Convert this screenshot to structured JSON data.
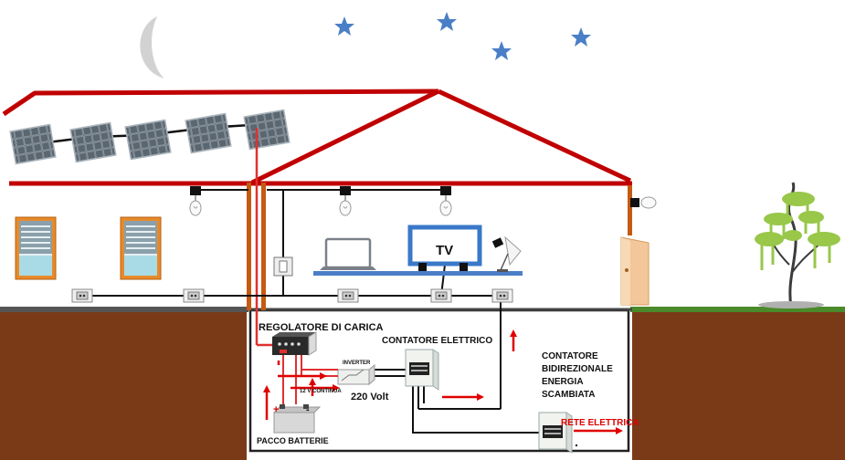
{
  "labels": {
    "tv": "TV",
    "charge_regulator": "REGOLATORE DI CARICA",
    "electric_meter": "CONTATORE ELETTRICO",
    "inverter": "INVERTER",
    "dc_12v": "12 V CONTINUA",
    "ac_220v": "220 Volt",
    "bidirectional_meter_lines": [
      "CONTATORE",
      "BIDIREZIONALE",
      "ENERGIA",
      "SCAMBIATA"
    ],
    "battery_pack": "PACCO BATTERIE",
    "grid": "RETE ELETTRICA",
    "battery_plus": "+",
    "battery_minus": "-"
  },
  "colors": {
    "roof": "#c00000",
    "wire_dc": "#e03030",
    "wire_ac": "#111111",
    "pipe": "#c55a11",
    "ground": "#7a3a18",
    "star": "#4a7fc7",
    "moon": "#d0d0d0",
    "tv_frame": "#3a78c8",
    "grid_label": "#e00000"
  },
  "icons": [
    "moon-icon",
    "star-icon",
    "solar-panel-icon",
    "light-bulb-icon",
    "window-icon",
    "laptop-icon",
    "tv-icon",
    "lamp-icon",
    "socket-icon",
    "door-icon",
    "tree-icon",
    "battery-icon",
    "meter-icon",
    "inverter-icon",
    "regulator-icon"
  ]
}
